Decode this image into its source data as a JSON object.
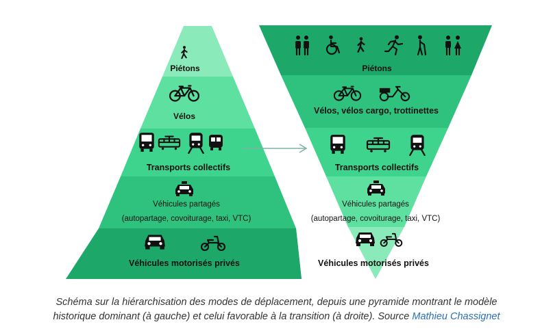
{
  "colors": {
    "tier1": "#1da86a",
    "tier2": "#2ec27e",
    "tier3": "#3fd48d",
    "tier4": "#5ee0a0",
    "tier5": "#8aeaba",
    "arrow": "#7fb0a8",
    "caption_link": "#2a6fb8"
  },
  "left_pyramid": {
    "tiers": [
      {
        "label": "Piétons",
        "icons": [
          "pedestrian-icon"
        ]
      },
      {
        "label": "Vélos",
        "icons": [
          "bicycle-icon"
        ]
      },
      {
        "label": "Transports collectifs",
        "icons": [
          "bus-icon",
          "tram-icon",
          "metro-icon",
          "train-icon"
        ]
      },
      {
        "label": "Véhicules  partagés",
        "label2": "(autopartage, covoiturage, taxi, VTC)",
        "icons": [
          "taxi-icon"
        ]
      },
      {
        "label": "Véhicules motorisés privés",
        "icons": [
          "car-icon",
          "scooter-icon"
        ]
      }
    ]
  },
  "right_pyramid": {
    "tiers": [
      {
        "label": "Piétons",
        "icons": [
          "couple-icon",
          "wheelchair-icon",
          "pedestrian-icon",
          "runner-icon",
          "elderly-icon",
          "family-icon"
        ]
      },
      {
        "label": "Vélos, vélos cargo, trottinettes",
        "icons": [
          "bicycle-icon",
          "cargo-bike-icon"
        ]
      },
      {
        "label": "Transports collectifs",
        "icons": [
          "bus-icon",
          "tram-icon",
          "metro-icon"
        ]
      },
      {
        "label": "Véhicules  partagés",
        "label2": "(autopartage, covoiturage, taxi, VTC)",
        "icons": [
          "taxi-icon"
        ]
      },
      {
        "label": "Véhicules motorisés privés",
        "icons": [
          "car-icon",
          "scooter-icon"
        ]
      }
    ]
  },
  "caption": {
    "line1": "Schéma sur la hiérarchisation des modes de déplacement, depuis une pyramide montrant le modèle",
    "line2": "historique dominant (à gauche) et celui favorable à la transition (à droite). Source",
    "source_link": "Mathieu Chassignet"
  }
}
